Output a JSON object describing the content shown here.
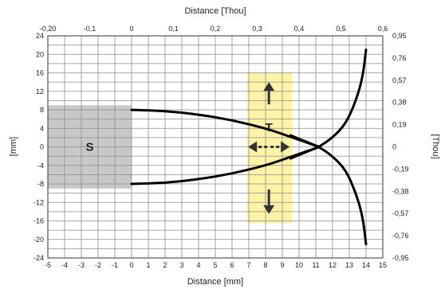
{
  "chart_data": {
    "type": "line",
    "xlabel_bottom": "Distance [mm]",
    "xlabel_top": "Distance [Thou]",
    "ylabel_left": "[mm]",
    "ylabel_right": "[Thou]",
    "xlim": [
      -5,
      15
    ],
    "ylim": [
      -24,
      24
    ],
    "x_ticks": [
      "-5",
      "-4",
      "-3",
      "-2",
      "-1",
      "0",
      "1",
      "2",
      "3",
      "4",
      "5",
      "6",
      "7",
      "8",
      "9",
      "10",
      "11",
      "12",
      "13",
      "14",
      "15"
    ],
    "y_ticks_left": [
      "24",
      "20",
      "16",
      "12",
      "8",
      "4",
      "0",
      "-4",
      "-8",
      "-12",
      "-16",
      "-20",
      "-24"
    ],
    "top_ticks": [
      {
        "label": "-0,20",
        "x": -5
      },
      {
        "label": "-0,1",
        "x": -2.5
      },
      {
        "label": "0",
        "x": 0
      },
      {
        "label": "0,1",
        "x": 2.5
      },
      {
        "label": "0,2",
        "x": 5
      },
      {
        "label": "0,3",
        "x": 7.5
      },
      {
        "label": "0,4",
        "x": 10
      },
      {
        "label": "0,5",
        "x": 12.5
      },
      {
        "label": "0,6",
        "x": 15
      }
    ],
    "right_ticks": [
      {
        "label": "0,95",
        "y": 24
      },
      {
        "label": "0,76",
        "y": 19.2
      },
      {
        "label": "0,57",
        "y": 14.4
      },
      {
        "label": "0,38",
        "y": 9.6
      },
      {
        "label": "0,19",
        "y": 4.8
      },
      {
        "label": "0",
        "y": 0
      },
      {
        "label": "-0,19",
        "y": -4.8
      },
      {
        "label": "-0,38",
        "y": -9.6
      },
      {
        "label": "-0,57",
        "y": -14.4
      },
      {
        "label": "-0,76",
        "y": -19.2
      },
      {
        "label": "-0,95",
        "y": -24
      }
    ],
    "grid": true,
    "series": [
      {
        "color": "#000000",
        "x": [
          0,
          2,
          4,
          6,
          8,
          9,
          10,
          11,
          11.2
        ],
        "y": [
          8,
          7.8,
          7,
          5.8,
          4,
          2.8,
          1.5,
          0.3,
          0
        ]
      },
      {
        "color": "#000000",
        "x": [
          0,
          2,
          4,
          6,
          8,
          9,
          10,
          11,
          11.2
        ],
        "y": [
          -8,
          -7.8,
          -7,
          -5.8,
          -4,
          -2.8,
          -1.5,
          -0.3,
          0
        ]
      },
      {
        "color": "#000000",
        "x": [
          9.5,
          10.5,
          11.2,
          12,
          12.8,
          13.4,
          13.8,
          14
        ],
        "y": [
          -2.5,
          -1,
          0,
          2,
          5,
          10,
          15,
          21
        ]
      },
      {
        "color": "#000000",
        "x": [
          9.5,
          10.5,
          11.2,
          12,
          12.8,
          13.4,
          13.8,
          14
        ],
        "y": [
          2.5,
          1,
          0,
          -2,
          -5,
          -10,
          -15,
          -21
        ]
      }
    ],
    "regions": [
      {
        "label": "S",
        "color": "#c8c8c8",
        "x": [
          -5,
          0
        ],
        "y": [
          -9,
          9
        ]
      },
      {
        "label": "T",
        "color": "#fff3a8",
        "x": [
          6.9,
          9.6
        ],
        "y": [
          -16.5,
          16
        ]
      }
    ],
    "arrows_center": {
      "x": 8.2,
      "y": 0
    },
    "colors": {
      "s_region": "#c8c8c8",
      "t_region": "#fff3a8",
      "arrow": "#333333",
      "curve": "#000000"
    }
  }
}
